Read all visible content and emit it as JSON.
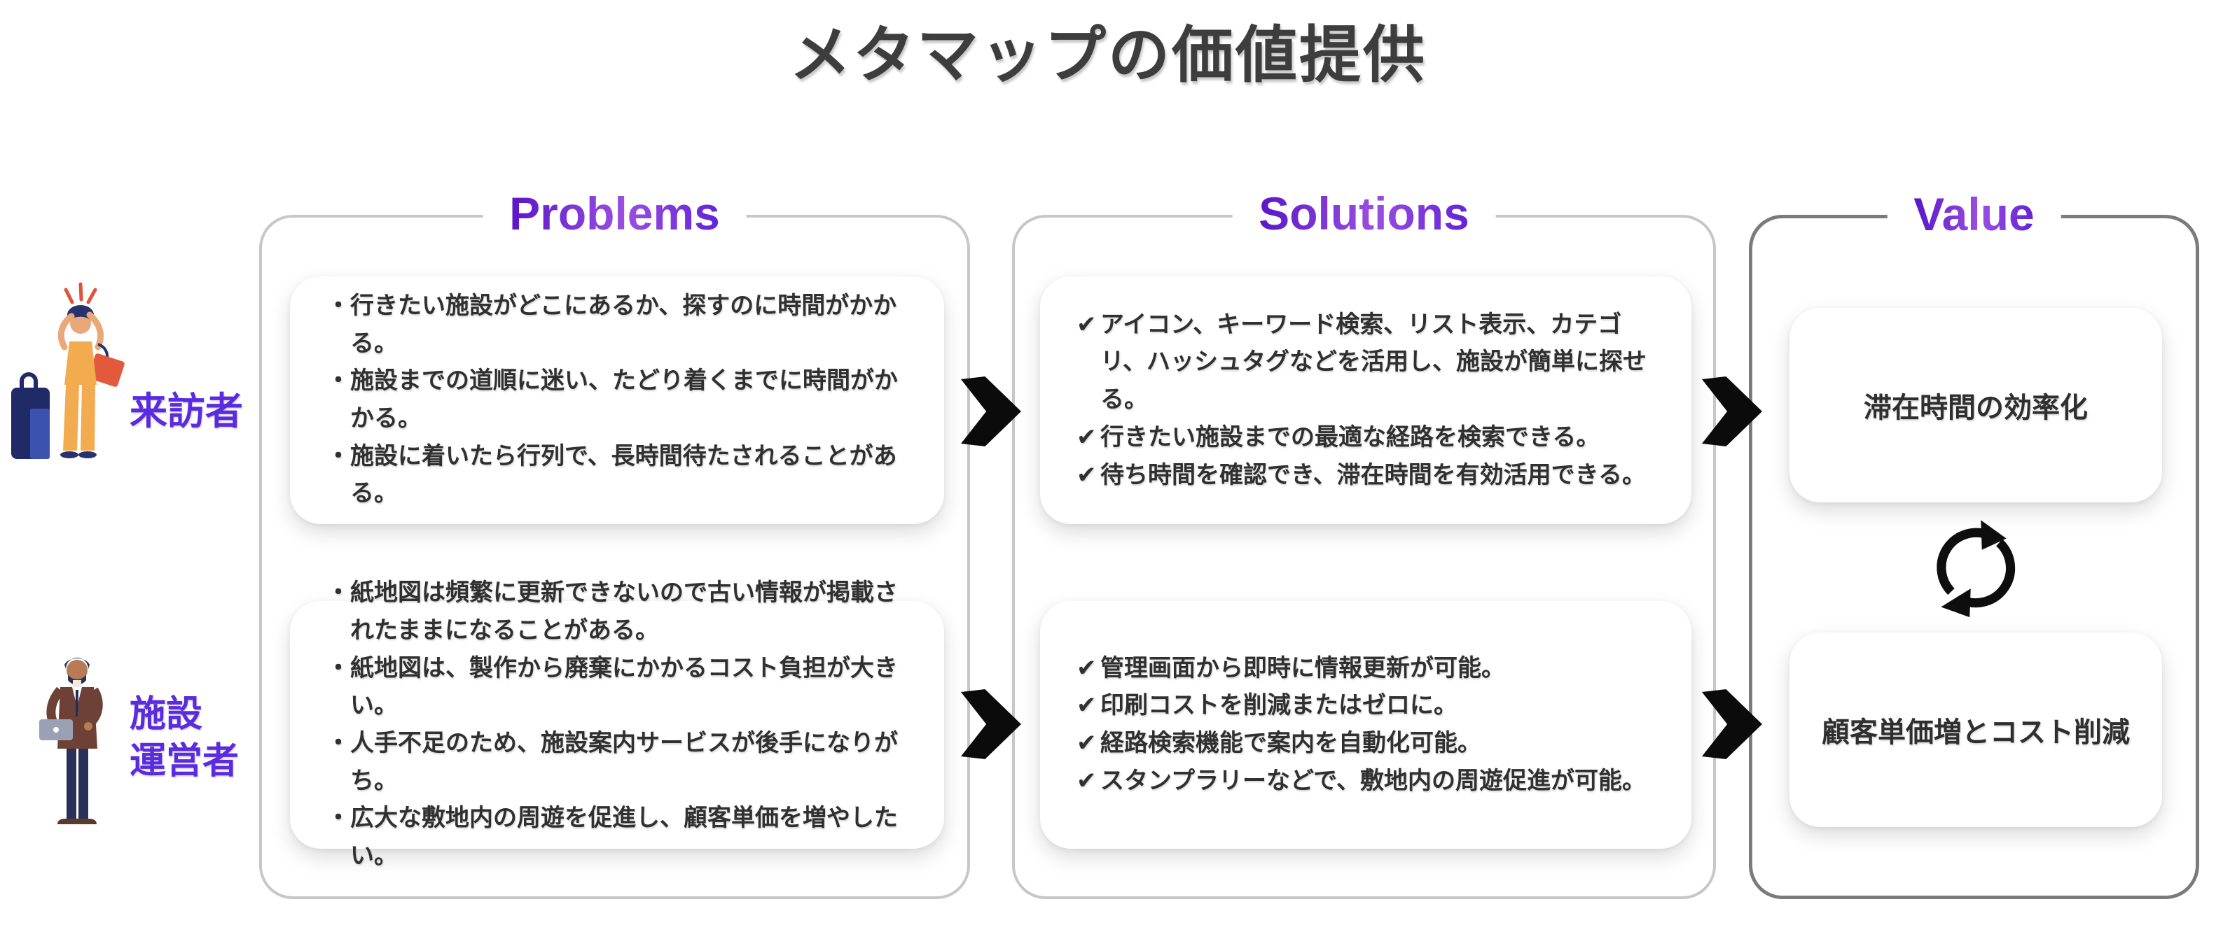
{
  "title": "メタマップの価値提供",
  "columns": {
    "problems": "Problems",
    "solutions": "Solutions",
    "value": "Value"
  },
  "actors": {
    "visitor": "来訪者",
    "operator": "施設\n運営者"
  },
  "markers": {
    "bullet": "・",
    "check": "✔"
  },
  "visitor": {
    "problems": [
      "行きたい施設がどこにあるか、探すのに時間がかかる。",
      "施設までの道順に迷い、たどり着くまでに時間がかかる。",
      "施設に着いたら行列で、長時間待たされることがある。"
    ],
    "solutions": [
      "アイコン、キーワード検索、リスト表示、カテゴリ、ハッシュタグなどを活用し、施設が簡単に探せる。",
      "行きたい施設までの最適な経路を検索できる。",
      "待ち時間を確認でき、滞在時間を有効活用できる。"
    ],
    "value": "滞在時間の効率化"
  },
  "operator": {
    "problems": [
      "紙地図は頻繁に更新できないので古い情報が掲載されたままになることがある。",
      "紙地図は、製作から廃棄にかかるコスト負担が大きい。",
      "人手不足のため、施設案内サービスが後手になりがち。",
      "広大な敷地内の周遊を促進し、顧客単価を増やしたい。"
    ],
    "solutions": [
      "管理画面から即時に情報更新が可能。",
      "印刷コストを削減またはゼロに。",
      "経路検索機能で案内を自動化可能。",
      "スタンプラリーなどで、敷地内の周遊促進が可能。"
    ],
    "value": "顧客単価増とコスト削減"
  },
  "icons": {
    "flow_arrow": "chevron-right-arrow",
    "cycle": "cycle-arrows",
    "visitor_illustration": "confused-traveler-with-luggage",
    "operator_illustration": "businessman-with-laptop"
  },
  "colors": {
    "title": "#3d3d3d",
    "body_text": "#303030",
    "header_gradient": [
      "#5a16c8",
      "#9b4fe0",
      "#6223d6"
    ],
    "actor_label": "#5b2be0",
    "panel_border": "#c7c7c7",
    "value_panel_border": "#7b7b7b",
    "arrow": "#0b0b0b",
    "card_background": "#ffffff"
  }
}
